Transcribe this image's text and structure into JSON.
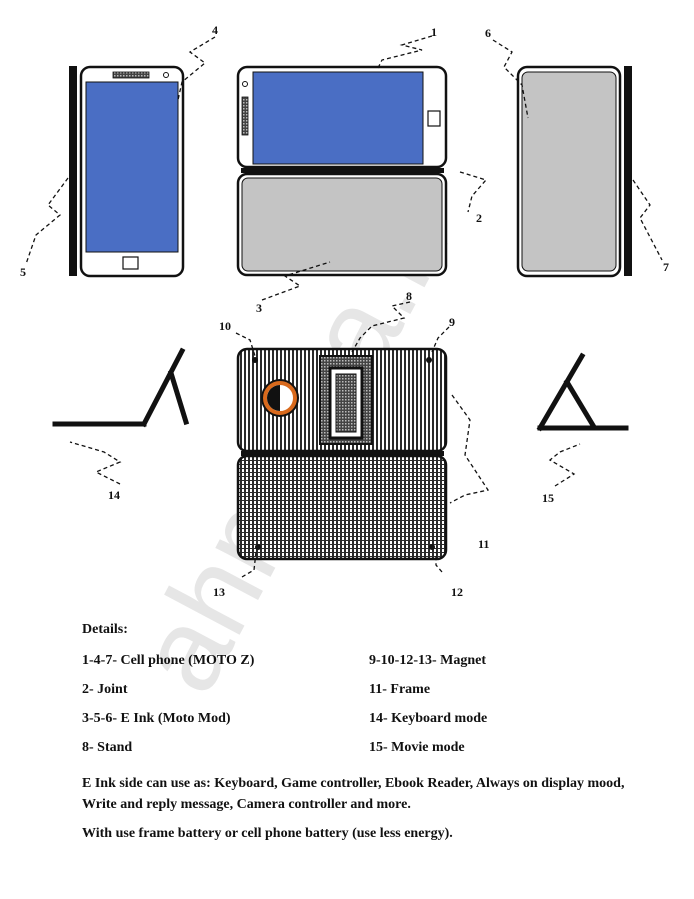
{
  "watermark": "ahmeda.h",
  "callouts": [
    "1",
    "2",
    "3",
    "4",
    "5",
    "6",
    "7",
    "8",
    "9",
    "10",
    "11",
    "12",
    "13",
    "14",
    "15"
  ],
  "details": {
    "heading": "Details:",
    "rows": [
      {
        "left": "1-4-7- Cell phone (MOTO Z)",
        "right": "9-10-12-13- Magnet"
      },
      {
        "left": "2- Joint",
        "right": "11- Frame"
      },
      {
        "left": "3-5-6- E Ink (Moto Mod)",
        "right": "14- Keyboard mode"
      },
      {
        "left": "8- Stand",
        "right": "15- Movie mode"
      }
    ],
    "paragraph1": "E Ink side can use as: Keyboard, Game controller, Ebook Reader, Always on display mood, Write and reply message, Camera controller and more.",
    "paragraph2": "With use frame battery or cell phone battery (use less energy)."
  },
  "colors": {
    "screen": "#4a6ec4",
    "eink": "#c4c4c4",
    "outline": "#111111",
    "camera_ring": "#d96a1d"
  }
}
